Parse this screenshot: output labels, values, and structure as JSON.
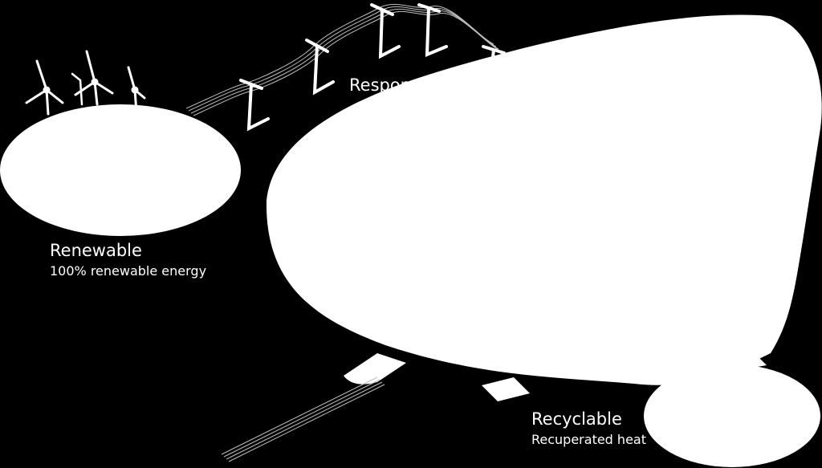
{
  "colors": {
    "background": "#000000",
    "foreground": "#ffffff"
  },
  "labels": {
    "renewable": {
      "title": "Renewable",
      "subtitle": "100% renewable energy"
    },
    "responsible": {
      "title": "Responsibl",
      "subtitle": "< 270 C"
    },
    "recyclable": {
      "title": "Recyclable",
      "subtitle": "Recuperated heat"
    }
  },
  "icons": [
    "wind-turbine-icon",
    "power-pylon-icon"
  ]
}
